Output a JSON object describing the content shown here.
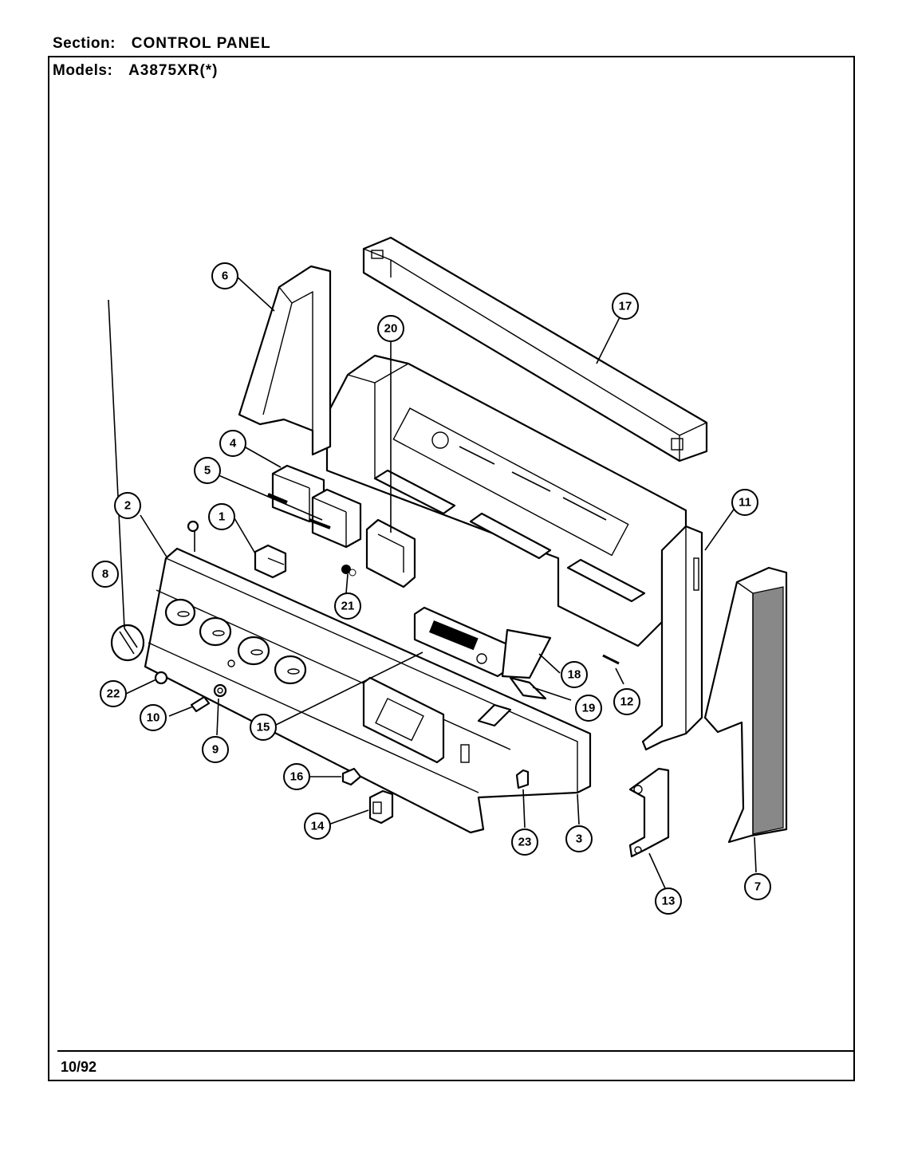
{
  "header": {
    "section_label": "Section:",
    "section_value": "CONTROL PANEL",
    "models_label": "Models:",
    "models_value": "A3875XR(*)"
  },
  "footer": {
    "date": "10/92"
  },
  "callouts": [
    {
      "id": "c1",
      "label": "1"
    },
    {
      "id": "c2",
      "label": "2"
    },
    {
      "id": "c3",
      "label": "3"
    },
    {
      "id": "c4",
      "label": "4"
    },
    {
      "id": "c5",
      "label": "5"
    },
    {
      "id": "c6",
      "label": "6"
    },
    {
      "id": "c7",
      "label": "7"
    },
    {
      "id": "c8",
      "label": "8"
    },
    {
      "id": "c9",
      "label": "9"
    },
    {
      "id": "c10",
      "label": "10"
    },
    {
      "id": "c11",
      "label": "11"
    },
    {
      "id": "c12",
      "label": "12"
    },
    {
      "id": "c13",
      "label": "13"
    },
    {
      "id": "c14",
      "label": "14"
    },
    {
      "id": "c15",
      "label": "15"
    },
    {
      "id": "c16",
      "label": "16"
    },
    {
      "id": "c17",
      "label": "17"
    },
    {
      "id": "c18",
      "label": "18"
    },
    {
      "id": "c19",
      "label": "19"
    },
    {
      "id": "c20",
      "label": "20"
    },
    {
      "id": "c21",
      "label": "21"
    },
    {
      "id": "c22",
      "label": "22"
    },
    {
      "id": "c23",
      "label": "23"
    }
  ]
}
